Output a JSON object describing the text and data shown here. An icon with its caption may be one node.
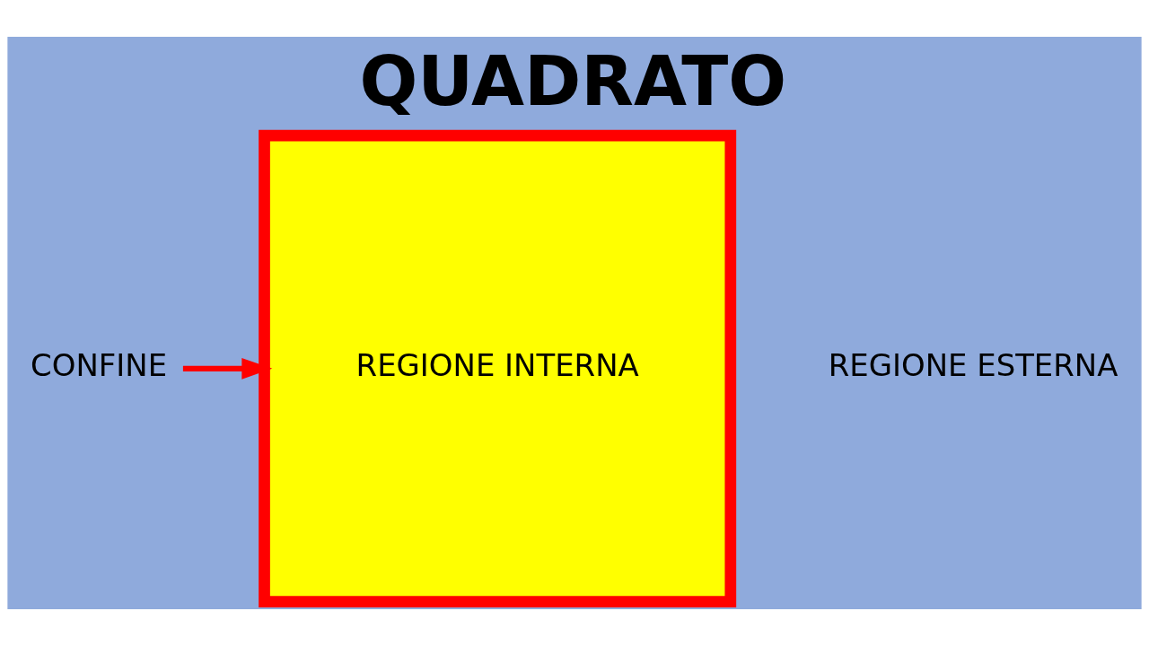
{
  "diagram": {
    "title": "QUADRATO",
    "nodes": [
      {
        "text": [
          "REGIONE INTERNA"
        ]
      },
      {
        "text": [
          "CONFINE"
        ]
      }
    ],
    "edges": [
      {
        "from": 1,
        "to": 0,
        "arrow": "to",
        "color": "#ff0000"
      }
    ],
    "labels": [
      "REGIONE ESTERNA"
    ]
  }
}
